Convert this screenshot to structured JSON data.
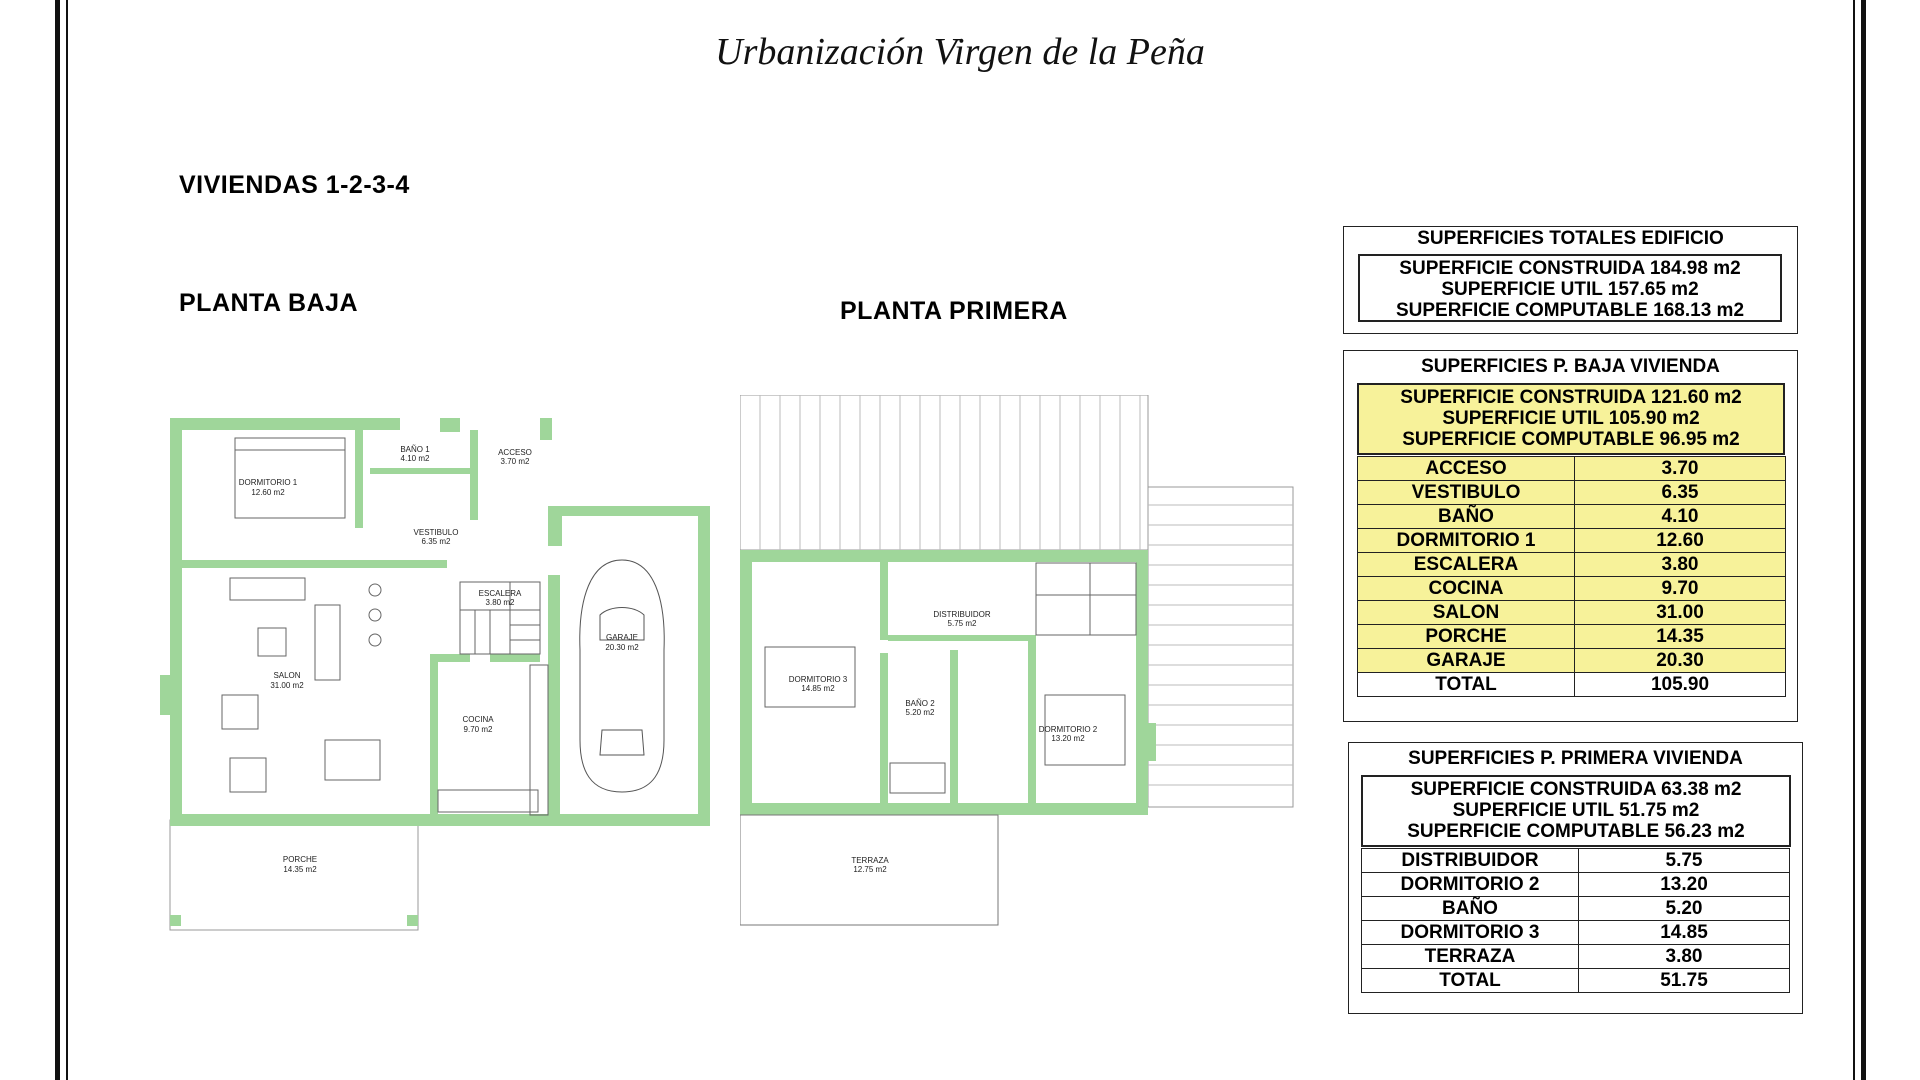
{
  "title": "Urbanización Virgen de la Peña",
  "headings": {
    "viviendas": "VIVIENDAS 1-2-3-4",
    "planta_baja": "PLANTA BAJA",
    "planta_primera": "PLANTA PRIMERA"
  },
  "totales": {
    "title": "SUPERFICIES TOTALES EDIFICIO",
    "lines": [
      "SUPERFICIE CONSTRUIDA 184.98 m2",
      "SUPERFICIE UTIL 157.65 m2",
      "SUPERFICIE COMPUTABLE 168.13 m2"
    ]
  },
  "baja": {
    "title": "SUPERFICIES P. BAJA VIVIENDA",
    "lines": [
      "SUPERFICIE CONSTRUIDA 121.60 m2",
      "SUPERFICIE UTIL 105.90 m2",
      "SUPERFICIE COMPUTABLE 96.95 m2"
    ],
    "rows": [
      {
        "name": "ACCESO",
        "value": "3.70"
      },
      {
        "name": "VESTIBULO",
        "value": "6.35"
      },
      {
        "name": "BAÑO",
        "value": "4.10"
      },
      {
        "name": "DORMITORIO 1",
        "value": "12.60"
      },
      {
        "name": "ESCALERA",
        "value": "3.80"
      },
      {
        "name": "COCINA",
        "value": "9.70"
      },
      {
        "name": "SALON",
        "value": "31.00"
      },
      {
        "name": "PORCHE",
        "value": "14.35"
      },
      {
        "name": "GARAJE",
        "value": "20.30"
      },
      {
        "name": "TOTAL",
        "value": "105.90"
      }
    ]
  },
  "primera": {
    "title": "SUPERFICIES P. PRIMERA VIVIENDA",
    "lines": [
      "SUPERFICIE CONSTRUIDA 63.38 m2",
      "SUPERFICIE UTIL 51.75 m2",
      "SUPERFICIE COMPUTABLE 56.23 m2"
    ],
    "rows": [
      {
        "name": "DISTRIBUIDOR",
        "value": "5.75"
      },
      {
        "name": "DORMITORIO 2",
        "value": "13.20"
      },
      {
        "name": "BAÑO",
        "value": "5.20"
      },
      {
        "name": "DORMITORIO 3",
        "value": "14.85"
      },
      {
        "name": "TERRAZA",
        "value": "3.80"
      },
      {
        "name": "TOTAL",
        "value": "51.75"
      }
    ]
  },
  "plan_baja_labels": {
    "dormitorio1": "DORMITORIO 1",
    "dormitorio1_area": "12.60 m2",
    "bano1": "BAÑO 1",
    "bano1_area": "4.10 m2",
    "acceso": "ACCESO",
    "acceso_area": "3.70 m2",
    "vestibulo": "VESTIBULO",
    "vestibulo_area": "6.35 m2",
    "escalera": "ESCALERA",
    "escalera_area": "3.80 m2",
    "garaje": "GARAJE",
    "garaje_area": "20.30 m2",
    "salon": "SALON",
    "salon_area": "31.00 m2",
    "cocina": "COCINA",
    "cocina_area": "9.70 m2",
    "porche": "PORCHE",
    "porche_area": "14.35 m2"
  },
  "plan_primera_labels": {
    "distribuidor": "DISTRIBUIDOR",
    "distribuidor_area": "5.75 m2",
    "dormitorio3": "DORMITORIO 3",
    "dormitorio3_area": "14.85 m2",
    "bano2": "BAÑO 2",
    "bano2_area": "5.20 m2",
    "dormitorio2": "DORMITORIO 2",
    "dormitorio2_area": "13.20 m2",
    "terraza": "TERRAZA",
    "terraza_area": "12.75 m2"
  },
  "colors": {
    "wall_green": "#9fd69a",
    "highlight_yellow": "#f7f29a"
  }
}
